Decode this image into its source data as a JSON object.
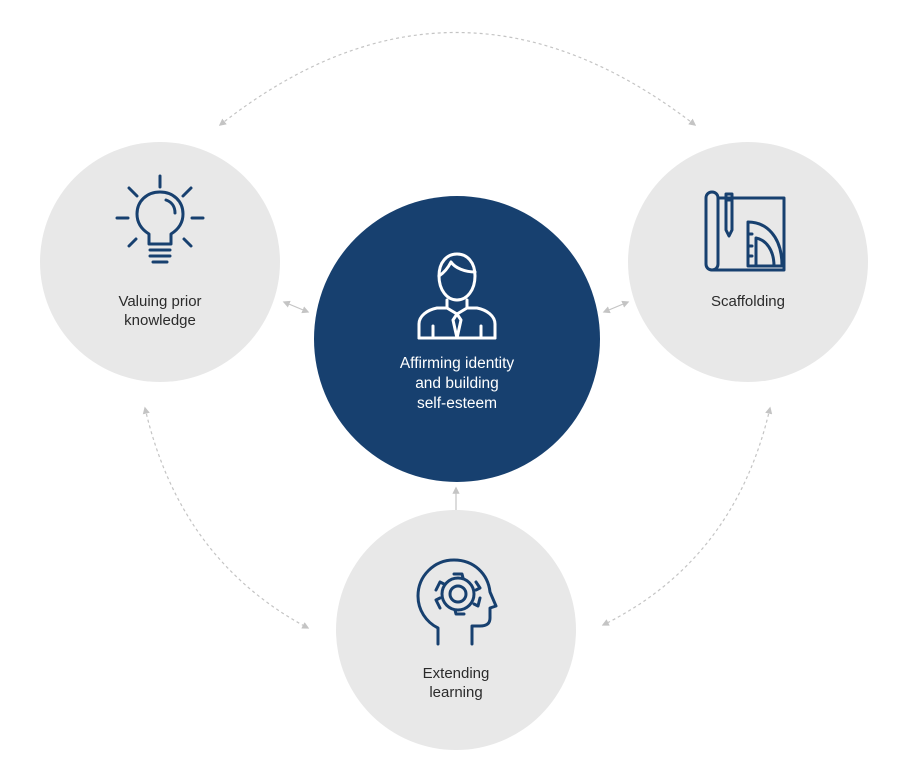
{
  "colors": {
    "center_fill": "#17406f",
    "side_fill": "#e8e8e8",
    "icon_stroke": "#17406f",
    "connector": "#c4c4c4"
  },
  "nodes": {
    "center": {
      "icon": "person-icon",
      "lines": [
        "Affirming identity",
        "and building",
        "self-esteem"
      ]
    },
    "left": {
      "icon": "lightbulb-icon",
      "lines": [
        "Valuing prior",
        "knowledge"
      ]
    },
    "right": {
      "icon": "drafting-tools-icon",
      "lines": [
        "Scaffolding"
      ]
    },
    "bottom": {
      "icon": "head-gear-icon",
      "lines": [
        "Extending",
        "learning"
      ]
    }
  }
}
